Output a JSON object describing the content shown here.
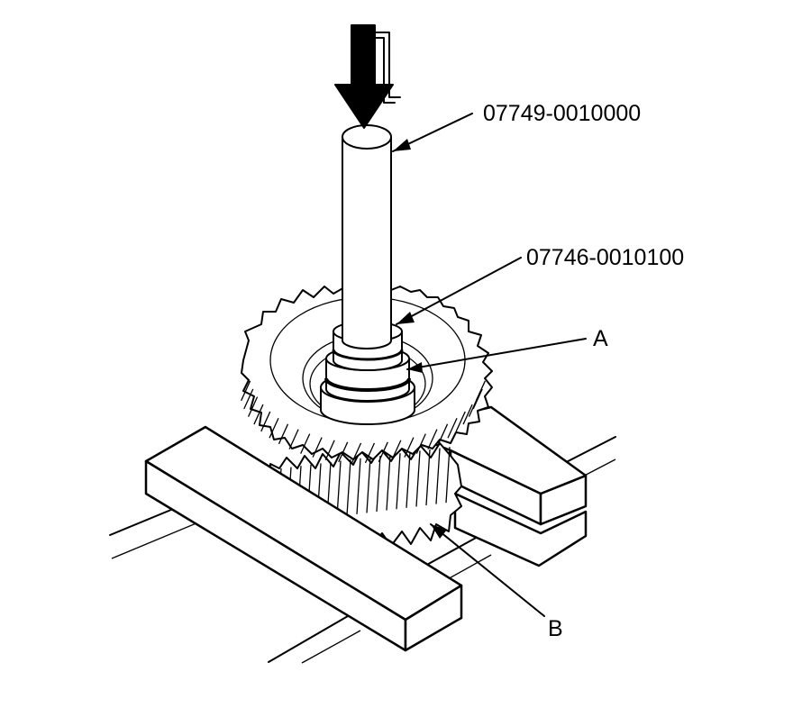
{
  "diagram": {
    "callouts": {
      "tool_driver": "07749-0010000",
      "tool_attachment": "07746-0010100",
      "part_a": "A",
      "part_b": "B"
    }
  }
}
